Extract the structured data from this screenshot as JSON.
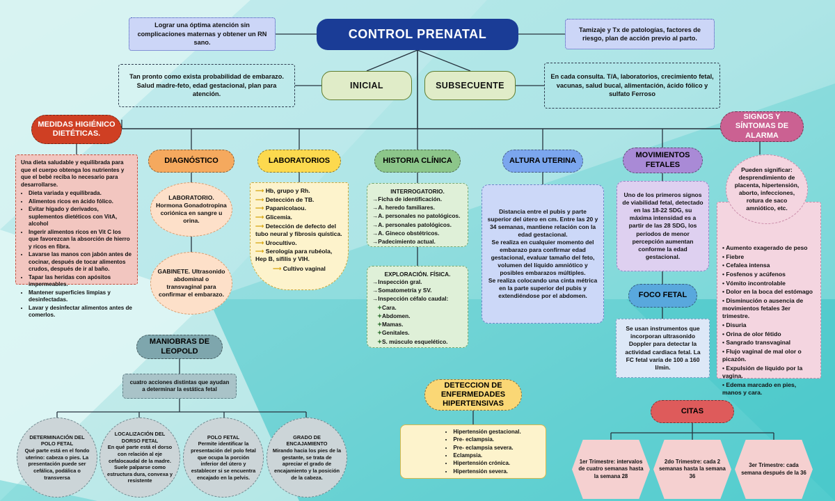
{
  "meta": {
    "title": "CONTROL PRENATAL",
    "bg_color": "#a6e2e4"
  },
  "root": {
    "label": "CONTROL PRENATAL",
    "color": "#1a3c96"
  },
  "top_callouts": [
    {
      "name": "objetivo",
      "text": "Lograr una óptima atención sin complicaciones maternas y obtener un RN sano.",
      "style": "blue"
    },
    {
      "name": "tamizaje",
      "text": "Tamizaje y Tx de patologías, factores de riesgo, plan de acción previo al parto.",
      "style": "blue"
    },
    {
      "name": "inicial-detalle",
      "text": "Tan pronto como exista probabilidad de embarazo. Salud madre-feto, edad gestacional, plan para atención.",
      "style": "plain"
    },
    {
      "name": "subsecuente-detalle",
      "text": "En cada consulta. T/A, laboratorios, crecimiento fetal, vacunas, salud bucal, alimentación, ácido fólico y sulfato Ferroso",
      "style": "plain"
    }
  ],
  "subtypes": [
    {
      "label": "INICIAL"
    },
    {
      "label": "SUBSECUENTE"
    }
  ],
  "branches": {
    "medidas": {
      "label": "MEDIDAS HIGIÉNICO DIETÉTICAS.",
      "color": "#cf3f23",
      "intro": "Una dieta saludable y equilibrada para que el cuerpo obtenga los nutrientes y que el bebé reciba lo necesario para desarrollarse.",
      "items": [
        "Dieta variada y equilibrada.",
        "Alimentos ricos en ácido fólico.",
        "Evitar hígado y derivados, suplementos dietéticos con VitA, alcohol",
        "Ingerir alimentos ricos en Vit C los que favorezcan la absorción de hierro y ricos en fibra.",
        "Lavarse las manos con jabón antes de cocinar, después de tocar alimentos crudos, después de ir al baño.",
        "Tapar las heridas con apósitos impermeables.",
        "Mantener superficies limpias y desinfectadas.",
        "Lavar y desinfectar alimentos antes de comerlos."
      ]
    },
    "diagnostico": {
      "label": "DIAGNÓSTICO",
      "color": "#f5a95e",
      "nodes": [
        {
          "name": "laboratorio",
          "text": "LABORATORIO. Hormona Gonadotropina coriónica en sangre u orina."
        },
        {
          "name": "gabinete",
          "text": "GABINETE. Ultrasonido abdominal o transvaginal para confirmar el embarazo."
        }
      ]
    },
    "laboratorios": {
      "label": "LABORATORIOS",
      "color": "#fcd94e",
      "items": [
        "Hb, grupo y Rh.",
        "Detección de TB.",
        "Papanicolaou.",
        "Glicemia.",
        "Detección de defecto del tubo neural y  fibrosis quística.",
        "Urocultivo.",
        "Serología para rubéola, Hep B, sífilis y VIH."
      ],
      "last": "Cultivo vaginal"
    },
    "historia": {
      "label": "HISTORIA CLÍNICA",
      "color": "#8cc68a",
      "interrogatorio": {
        "title": "INTERROGATORIO.",
        "items": [
          "Ficha de identificación.",
          "A. heredo familiares.",
          "A. personales no patológicos.",
          "A. personales patológicos.",
          "A. Gineco obstétricos.",
          "Padecimiento actual."
        ]
      },
      "exploracion": {
        "title": "EXPLORACIÓN. FÍSICA.",
        "items": [
          "Inspección gral.",
          "Somatometría y SV.",
          "Inspección céfalo caudal:"
        ],
        "subitems": [
          "Cara.",
          "Abdomen.",
          "Mamas.",
          "Genitales.",
          "S. músculo esquelético."
        ]
      }
    },
    "altura": {
      "label": "ALTURA UTERINA",
      "color": "#7ba6ee",
      "text": "Distancia entre el pubis y parte superior del útero en cm. Entre las 20 y 34 semanas, mantiene relación con la edad gestacional.\nSe realiza en cualquier momento del embarazo para confirmar edad gestacional, evaluar tamaño del feto, volumen del líquido amniótico y posibles embarazos múltiples.\nSe realiza colocando una cinta métrica en la parte superior del pubis y extendiéndose por el abdomen."
    },
    "movimientos": {
      "label": "MOVIMIENTOS FETALES",
      "color": "#a98ad6",
      "text": "Uno de los primeros signos de viabilidad fetal, detectado en las 18-22 SDG, su máxima intensidad es a partir de las 28 SDG, los períodos de menor percepción aumentan conforme la edad gestacional.",
      "foco": {
        "label": "FOCO FETAL",
        "color": "#59a8dd",
        "text": "Se usan instrumentos que incorporan ultrasonido Doppler para detectar la actividad cardiaca fetal. La FC fetal varía de 100 a 160 l/min."
      }
    },
    "signos": {
      "label": "SIGNOS Y SÍNTOMAS DE ALARMA",
      "color": "#cb6192",
      "intro": "Pueden significar: desprendimiento de placenta, hipertensión, aborto, infecciones, rotura de saco amniótico, etc.",
      "items": [
        "Aumento exagerado de peso",
        "Fiebre",
        "Cefalea intensa",
        "Fosfenos y acúfenos",
        "Vómito incontrolable",
        "Dolor en la boca del estómago",
        "Disminución o ausencia de movimientos fetales 3er trimestre.",
        "Disuria",
        "Orina de olor fétido",
        "Sangrado transvaginal",
        "Flujo vaginal de mal olor o picazón.",
        "Expulsión de líquido por la vagina.",
        "Edema marcado en pies, manos y cara."
      ]
    },
    "leopold": {
      "label": "MANIOBRAS DE LEOPOLD",
      "color": "#7ea6ad",
      "subtitle": "cuatro acciones distintas que ayudan a determinar la estática fetal",
      "maneuvers": [
        {
          "title": "DETERMINACIÓN DEL POLO FETAL",
          "text": "Qué parte está en el fondo uterino: cabeza o pies. La presentación puede ser cefálica, podálica o transversa"
        },
        {
          "title": "LOCALIZACIÓN DEL DORSO FETAL",
          "text": "En qué parte está el dorso con relación al eje cefalocaudal de la madre. Suele palparse como estructura dura, convexa y resistente"
        },
        {
          "title": "POLO FETAL",
          "text": "Permite identificar la presentación del polo fetal que ocupa la porción inferior del útero y establecer si se encuentra encajado en la pelvis."
        },
        {
          "title": "GRADO DE ENCAJAMIENTO",
          "text": "Mirando hacia los pies de la gestante, se trata de apreciar el grado de encajamiento y la posición de la cabeza."
        }
      ]
    },
    "hipertensivas": {
      "label": "DETECCION DE ENFERMEDADES HIPERTENSIVAS",
      "color": "#fad775",
      "items": [
        "Hipertensión gestacional.",
        "Pre- eclampsia.",
        "Pre- eclampsia severa.",
        "Eclampsia.",
        "Hipertensión crónica.",
        "Hipertensión severa."
      ]
    },
    "citas": {
      "label": "CITAS",
      "color": "#de5b5b",
      "items": [
        {
          "text": "1er Trimestre: intervalos de cuatro semanas hasta la semana 28"
        },
        {
          "text": "2do Trimestre: cada 2 semanas hasta la semana 36"
        },
        {
          "text": "3er Trimestre: cada semana después de la 36"
        }
      ]
    }
  }
}
